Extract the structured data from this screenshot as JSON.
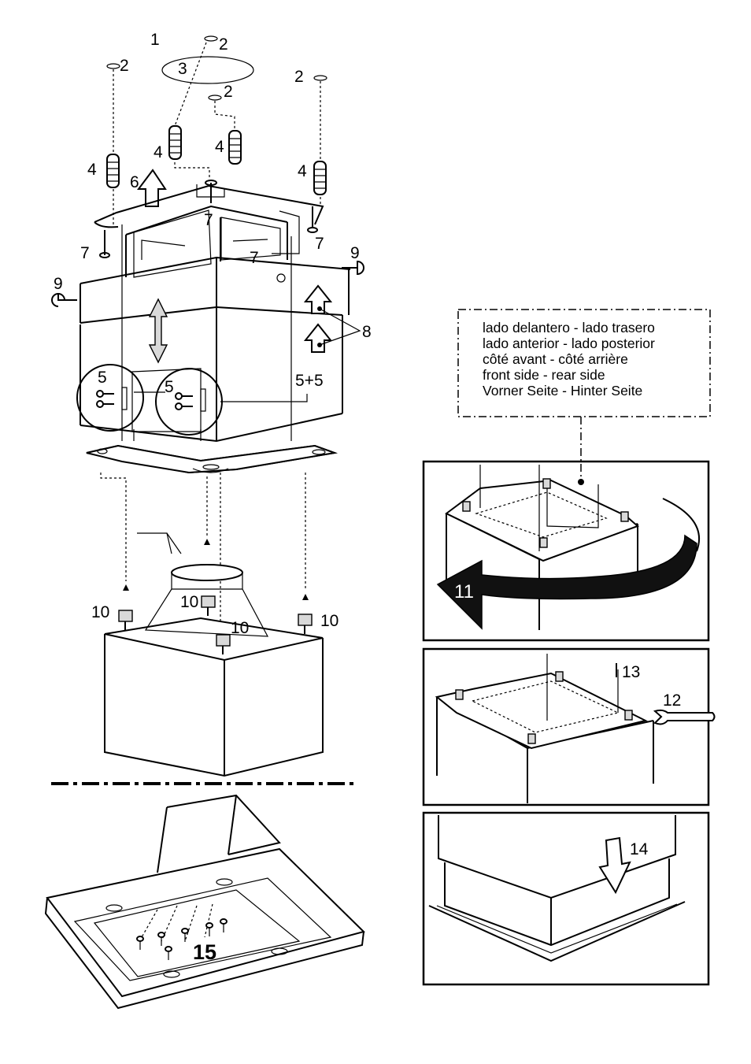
{
  "legend": {
    "lines": [
      "lado delantero - lado trasero",
      "lado anterior - lado posterior",
      "côté avant - côté arrière",
      "front side - rear side",
      "Vorner Seite - Hinter Seite"
    ]
  },
  "callouts": {
    "n1": "1",
    "n2": "2",
    "n3": "3",
    "n4": "4",
    "n5": "5",
    "n5plus5": "5+5",
    "n6": "6",
    "n7": "7",
    "n8": "8",
    "n9": "9",
    "n10": "10",
    "n11": "11",
    "n12": "12",
    "n13": "13",
    "n14": "14",
    "n15": "15"
  }
}
